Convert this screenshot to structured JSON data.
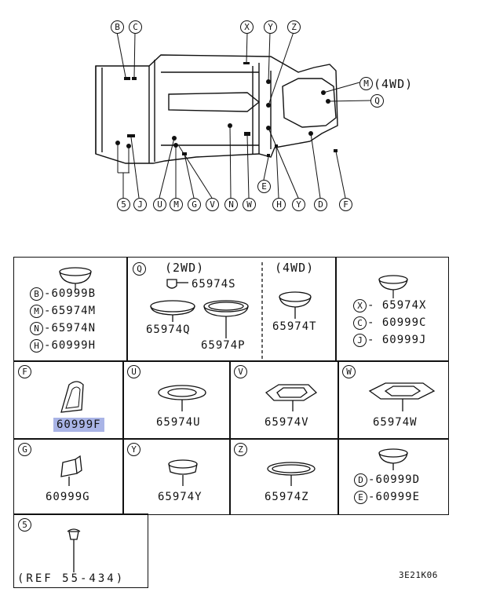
{
  "frame_callouts": {
    "top": [
      "B",
      "C",
      "X",
      "Y",
      "Z"
    ],
    "bottom": [
      "5",
      "J",
      "U",
      "M",
      "G",
      "V",
      "N",
      "W",
      "H",
      "Y",
      "D",
      "F"
    ],
    "e": "E",
    "right_m": "M",
    "right_m_note": "(4WD)",
    "right_q": "Q"
  },
  "cells": {
    "c1": {
      "lines": [
        {
          "l": "B",
          "p": "60999B"
        },
        {
          "l": "M",
          "p": "65974M"
        },
        {
          "l": "N",
          "p": "65974N"
        },
        {
          "l": "H",
          "p": "60999H"
        }
      ]
    },
    "c2": {
      "label": "Q",
      "sec_2wd": "(2WD)",
      "sec_4wd": "(4WD)",
      "p1": "65974S",
      "p2": "65974Q",
      "p3": "65974P",
      "p4": "65974T"
    },
    "c3": {
      "lines": [
        {
          "l": "X",
          "p": "65974X"
        },
        {
          "l": "C",
          "p": "60999C"
        },
        {
          "l": "J",
          "p": "60999J"
        }
      ]
    },
    "f": {
      "label": "F",
      "part": "60999F"
    },
    "u": {
      "label": "U",
      "part": "65974U"
    },
    "v": {
      "label": "V",
      "part": "65974V"
    },
    "w": {
      "label": "W",
      "part": "65974W"
    },
    "g": {
      "label": "G",
      "part": "60999G"
    },
    "y": {
      "label": "Y",
      "part": "65974Y"
    },
    "z": {
      "label": "Z",
      "part": "65974Z"
    },
    "de": {
      "lines": [
        {
          "l": "D",
          "p": "60999D"
        },
        {
          "l": "E",
          "p": "60999E"
        }
      ]
    },
    "five": {
      "label": "5",
      "ref": "(REF 55-434)"
    }
  },
  "code": "3E21K06",
  "colors": {
    "highlight": "#a9b4e6",
    "ink": "#111111"
  }
}
